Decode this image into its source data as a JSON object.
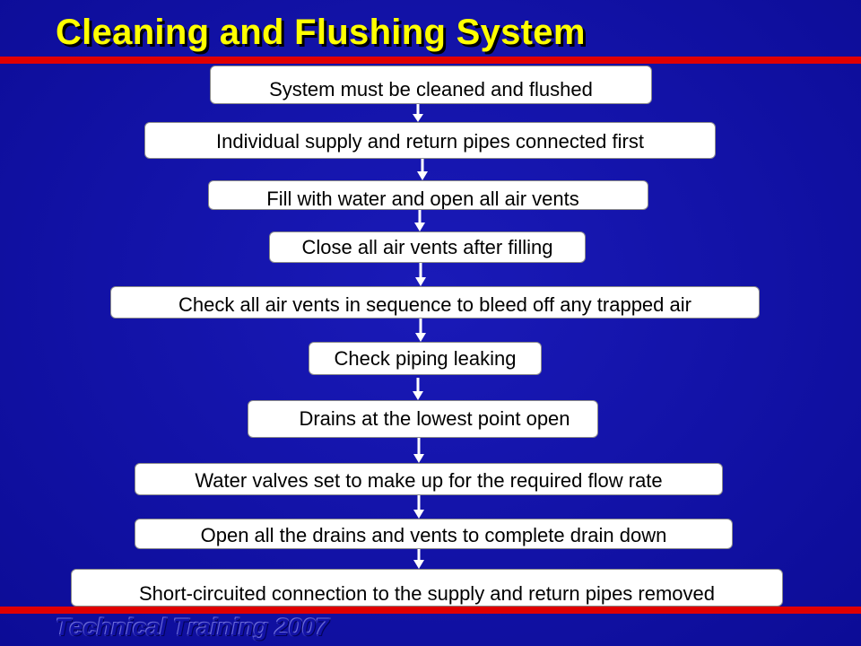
{
  "slide": {
    "title": "Cleaning and Flushing System",
    "footer": "Technical Training 2007",
    "colors": {
      "background": "#1212a6",
      "title": "#ffff00",
      "rule": "#e00000",
      "box": "#ffffff",
      "arrow": "#ffffff"
    }
  },
  "steps": [
    {
      "label": "System must be cleaned and flushed"
    },
    {
      "label": "Individual supply and return pipes connected first"
    },
    {
      "label": "Fill with water and open all air vents"
    },
    {
      "label": "Close all air vents after filling"
    },
    {
      "label": "Check all air vents in sequence to bleed off any trapped air"
    },
    {
      "label": "Check piping leaking"
    },
    {
      "label": "Drains at the lowest point open"
    },
    {
      "label": "Water valves set to make up for the required flow rate"
    },
    {
      "label": "Open all the drains and vents to complete drain down"
    },
    {
      "label": "Short-circuited connection to the supply and return pipes removed"
    }
  ]
}
